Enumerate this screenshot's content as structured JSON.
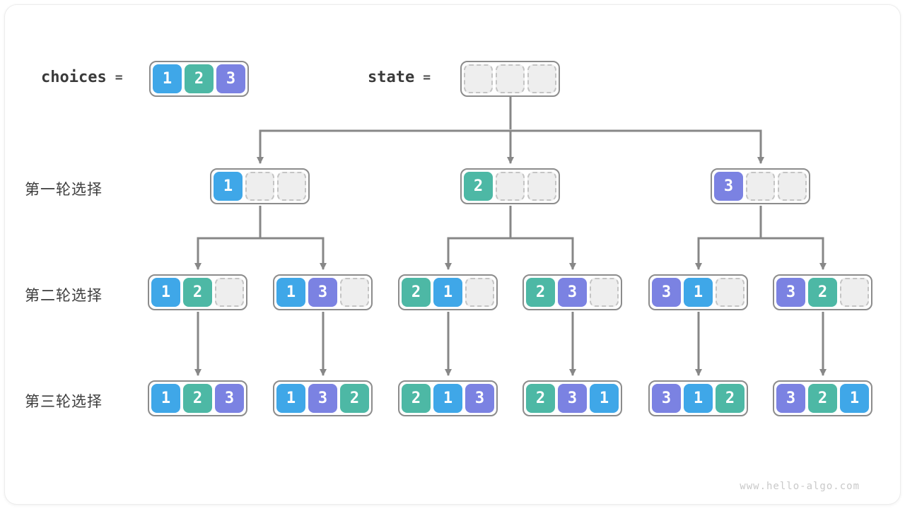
{
  "colors": {
    "1": "#3fa7e8",
    "2": "#4db8a5",
    "3": "#7b82e2",
    "empty_fill": "#eeeeee",
    "line": "#878787",
    "node_border": "#8c8c8c",
    "text_dark": "#3a3a3a"
  },
  "header": {
    "choices_label": "choices",
    "equals": "=",
    "state_label": "state",
    "choices_cells": [
      "1",
      "2",
      "3"
    ],
    "state_cells": [
      "",
      "",
      ""
    ]
  },
  "levels": [
    {
      "label": "第一轮选择",
      "nodes": [
        [
          "1",
          "",
          ""
        ],
        [
          "2",
          "",
          ""
        ],
        [
          "3",
          "",
          ""
        ]
      ]
    },
    {
      "label": "第二轮选择",
      "nodes": [
        [
          "1",
          "2",
          ""
        ],
        [
          "1",
          "3",
          ""
        ],
        [
          "2",
          "1",
          ""
        ],
        [
          "2",
          "3",
          ""
        ],
        [
          "3",
          "1",
          ""
        ],
        [
          "3",
          "2",
          ""
        ]
      ]
    },
    {
      "label": "第三轮选择",
      "nodes": [
        [
          "1",
          "2",
          "3"
        ],
        [
          "1",
          "3",
          "2"
        ],
        [
          "2",
          "1",
          "3"
        ],
        [
          "2",
          "3",
          "1"
        ],
        [
          "3",
          "1",
          "2"
        ],
        [
          "3",
          "2",
          "1"
        ]
      ]
    }
  ],
  "watermark": "www.hello-algo.com"
}
